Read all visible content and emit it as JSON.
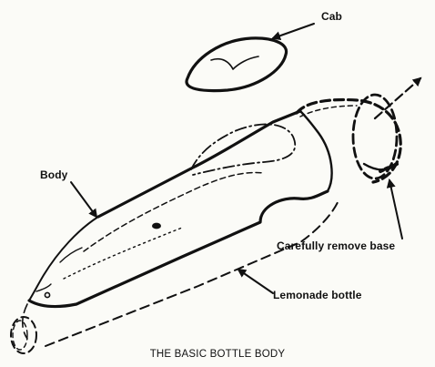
{
  "labels": {
    "cab": "Cab",
    "body": "Body",
    "remove_base": "Carefully remove base",
    "lemonade": "Lemonade bottle"
  },
  "caption": "THE BASIC BOTTLE BODY"
}
